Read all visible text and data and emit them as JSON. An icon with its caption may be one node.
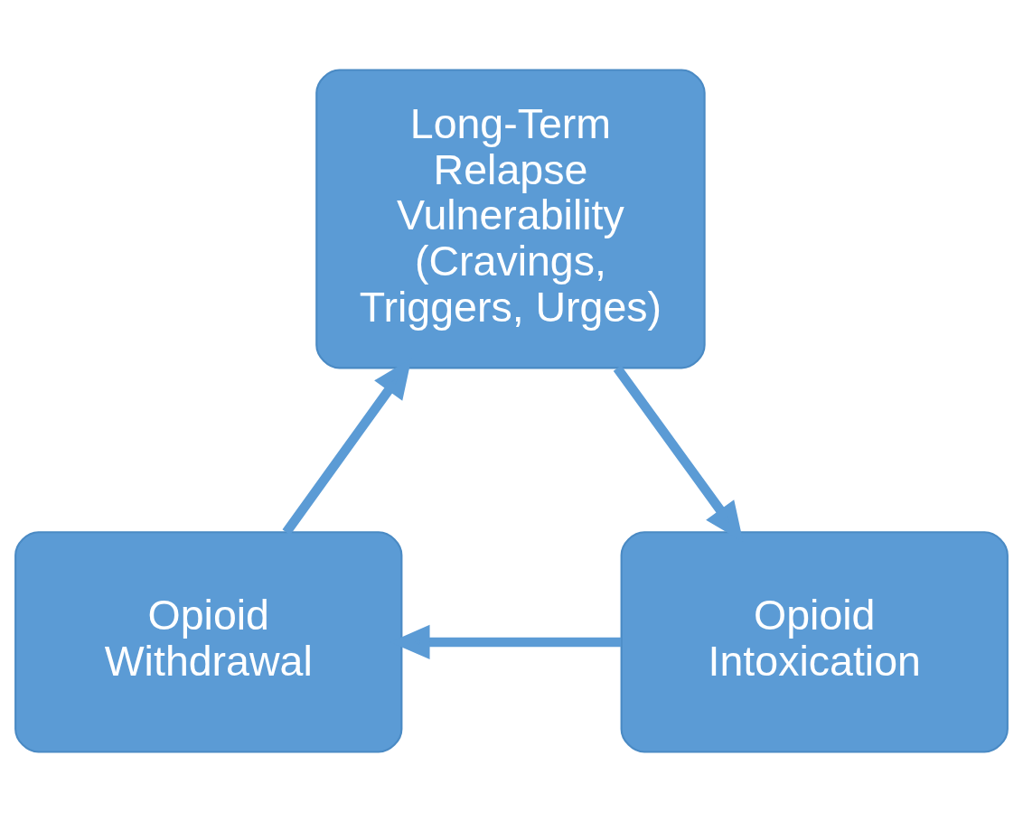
{
  "diagram": {
    "nodes": [
      {
        "text": [
          "Long-Term Relapse Vulnerability (Cravings, Triggers, Urges)"
        ]
      },
      {
        "text": [
          "Opioid Withdrawal"
        ]
      },
      {
        "text": [
          "Opioid Intoxication"
        ]
      }
    ],
    "edges": [
      {
        "from": 0,
        "to": 2,
        "arrow": "to"
      },
      {
        "from": 2,
        "to": 1,
        "arrow": "to"
      },
      {
        "from": 1,
        "to": 0,
        "arrow": "to"
      }
    ]
  }
}
